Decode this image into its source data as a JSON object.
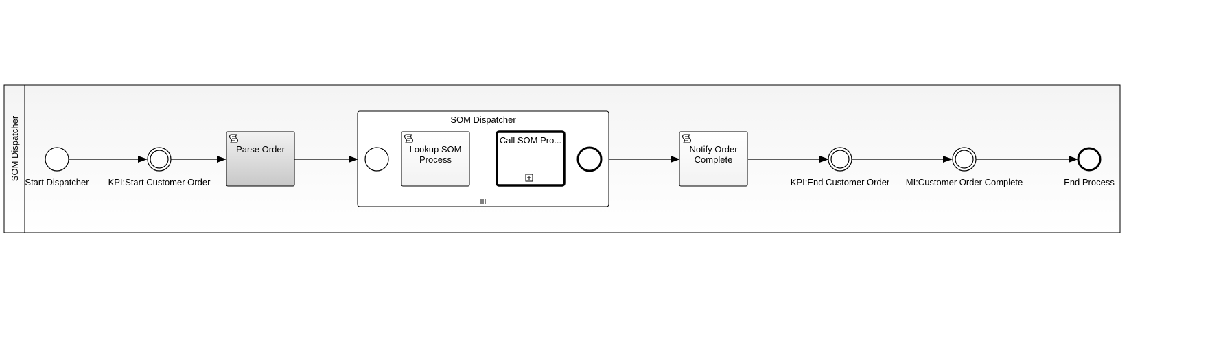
{
  "pool": {
    "lane_label": "SOM Dispatcher"
  },
  "events": {
    "start_dispatcher": "Start Dispatcher",
    "kpi_start": "KPI:Start Customer Order",
    "kpi_end": "KPI:End Customer Order",
    "mi_complete": "MI:Customer Order Complete",
    "end_process": "End Process"
  },
  "tasks": {
    "parse_order": "Parse Order",
    "lookup_som": "Lookup SOM Process",
    "call_som": "Call SOM Pro...",
    "notify_order": "Notify Order Complete"
  },
  "subprocess": {
    "title": "SOM Dispatcher",
    "marker": "III"
  },
  "colors": {
    "stroke": "#000000",
    "lane_fill": "#f7f7f7",
    "task_gray": "#d9d9d9"
  }
}
